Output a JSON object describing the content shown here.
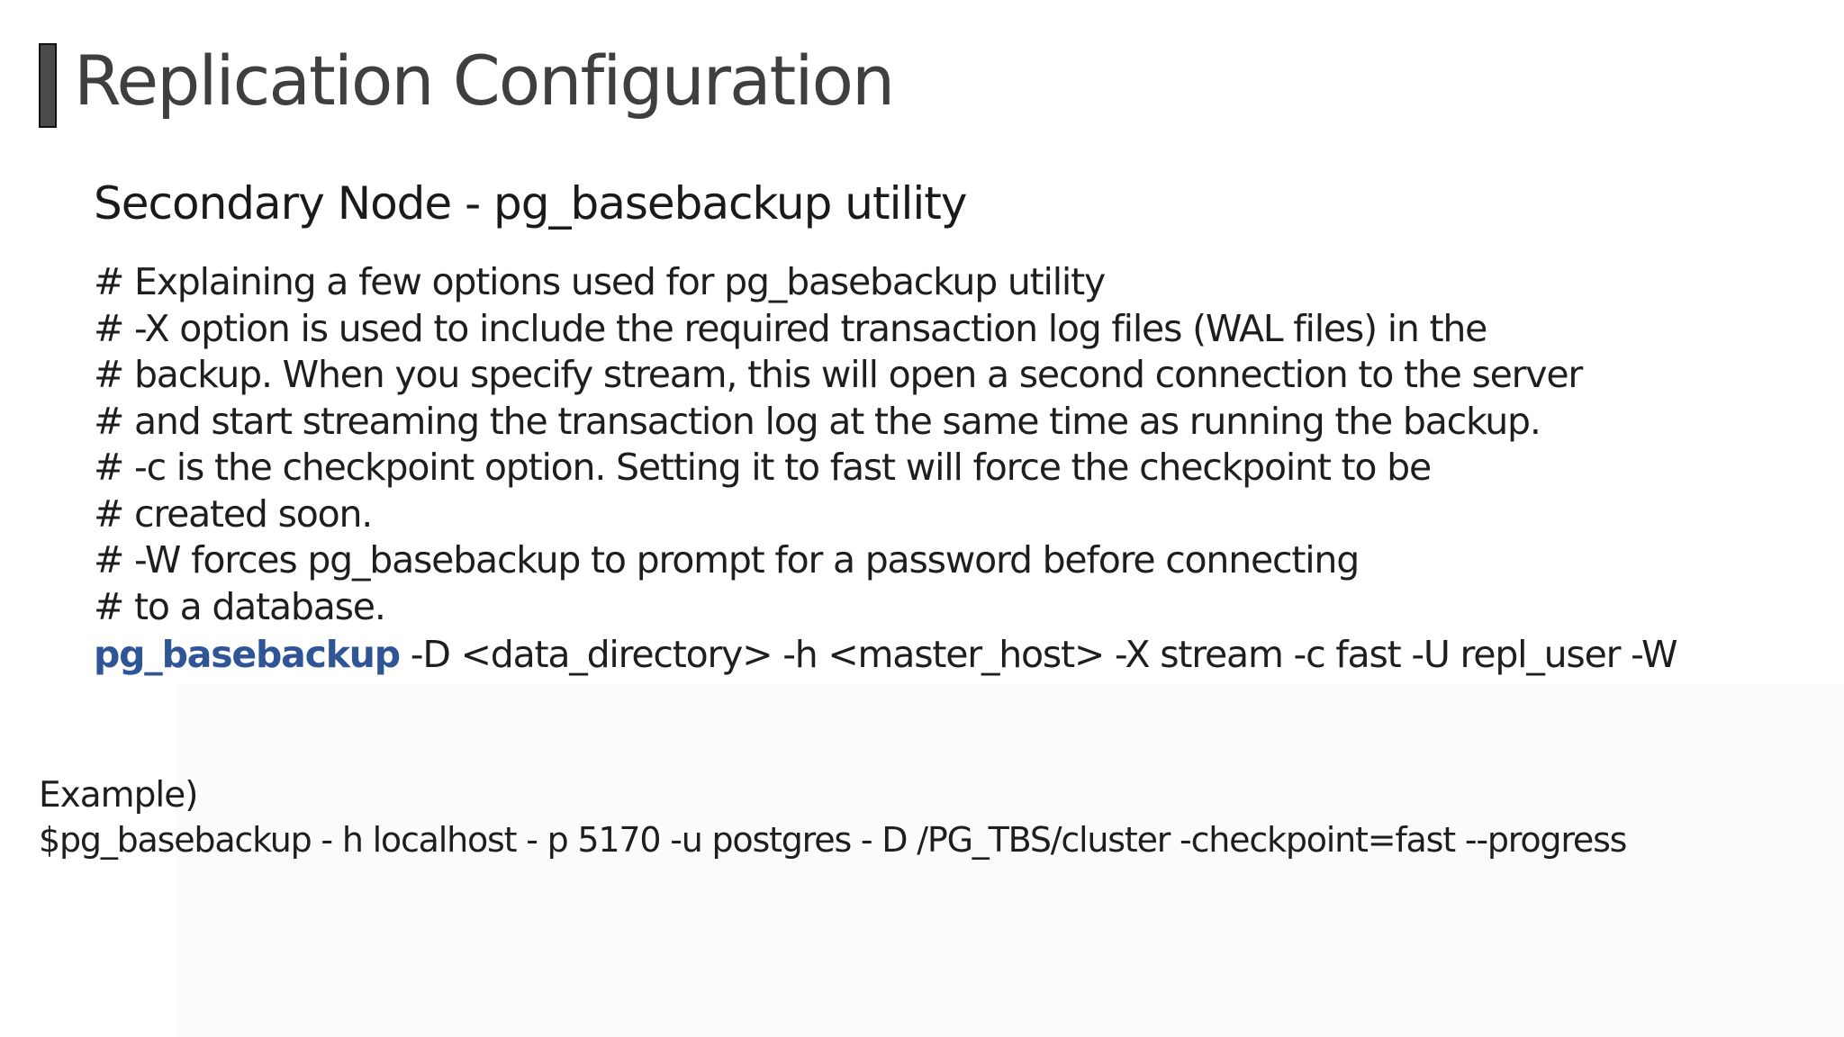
{
  "slide": {
    "title": "Replication Configuration",
    "subtitle": "Secondary Node  -  pg_basebackup utility",
    "comments": [
      "# Explaining a few options used for pg_basebackup utility",
      "# -X option is used to include the required transaction log files (WAL files) in the",
      "# backup. When you specify stream, this will open a second connection to the server",
      "# and start streaming the transaction log at the same time as running the backup.",
      "# -c is the checkpoint option. Setting it to fast will force the checkpoint to be",
      "# created soon.",
      "# -W forces pg_basebackup to prompt for a password before connecting",
      "# to a database."
    ],
    "command": {
      "name": "pg_basebackup",
      "args": " -D <data_directory>  -h <master_host> -X stream -c fast -U repl_user -W"
    },
    "example": {
      "label": "Example)",
      "command": "$pg_basebackup  - h localhost  - p 5170  -u postgres  - D /PG_TBS/cluster  -checkpoint=fast --progress"
    }
  },
  "colors": {
    "command_highlight": "#2f5597",
    "title_text": "#3f3f3f",
    "title_bar": "#4a4a4a"
  }
}
